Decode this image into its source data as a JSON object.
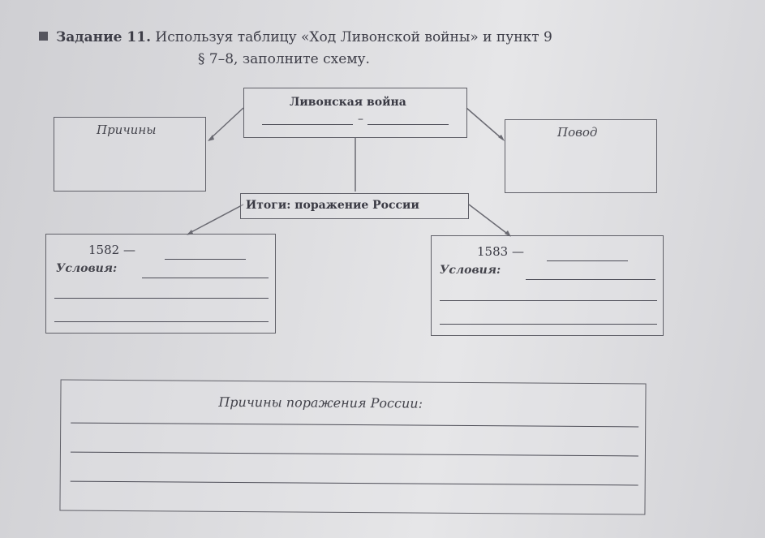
{
  "task": {
    "prefix": "Задание 11.",
    "text": " Используя таблицу «Ход Ливонской войны» и пункт 9",
    "line2": "§ 7–8, заполните схему."
  },
  "scheme": {
    "center_title": "Ливонская война",
    "dash": "–",
    "left_box": "Причины",
    "right_box": "Повод",
    "result": "Итоги: поражение России",
    "left_year": "1582 —",
    "left_conditions": "Условия:",
    "right_year": "1583 —",
    "right_conditions": "Условия:",
    "defeat_reasons": "Причины поражения России:"
  }
}
